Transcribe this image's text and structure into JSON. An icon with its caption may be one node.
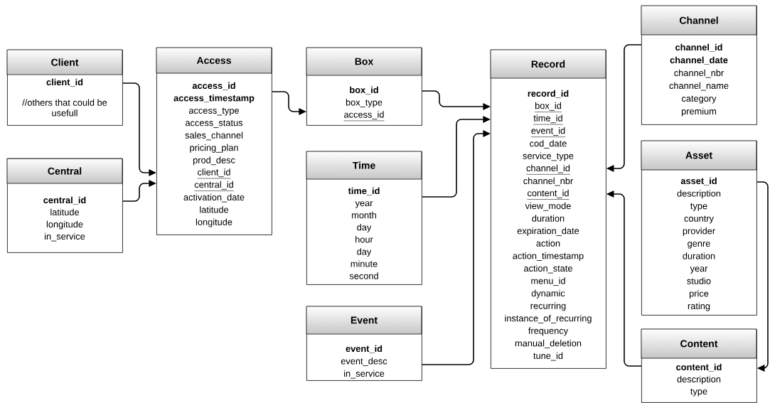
{
  "diagram": {
    "nodes": [
      {
        "text": [
          "Client",
          "client_id",
          "//others that could be usefull"
        ]
      },
      {
        "text": [
          "Central",
          "central_id",
          "latitude",
          "longitude",
          "in_service"
        ]
      },
      {
        "text": [
          "Access",
          "access_id",
          "access_timestamp",
          "access_type",
          "access_status",
          "sales_channel",
          "pricing_plan",
          "prod_desc",
          "client_id",
          "central_id",
          "activation_date",
          "latitude",
          "longitude"
        ]
      },
      {
        "text": [
          "Box",
          "box_id",
          "box_type",
          "access_id"
        ]
      },
      {
        "text": [
          "Time",
          "time_id",
          "year",
          "month",
          "day",
          "hour",
          "day",
          "minute",
          "second"
        ]
      },
      {
        "text": [
          "Event",
          "event_id",
          "event_desc",
          "in_service"
        ]
      },
      {
        "text": [
          "Record",
          "record_id",
          "box_id",
          "time_id",
          "event_id",
          "cod_date",
          "service_type",
          "channel_id",
          "channel_nbr",
          "content_id",
          "view_mode",
          "duration",
          "expiration_date",
          "action",
          "action_timestamp",
          "action_state",
          "menu_id",
          "dynamic",
          "recurring",
          "instance_of_recurring",
          "frequency",
          "manual_deletion",
          "tune_id"
        ]
      },
      {
        "text": [
          "Channel",
          "channel_id",
          "channel_date",
          "channel_nbr",
          "channel_name",
          "category",
          "premium"
        ]
      },
      {
        "text": [
          "Asset",
          "asset_id",
          "description",
          "type",
          "country",
          "provider",
          "genre",
          "duration",
          "year",
          "studio",
          "price",
          "rating"
        ]
      },
      {
        "text": [
          "Content",
          "content_id",
          "description",
          "type"
        ]
      }
    ],
    "edges": [
      {
        "from": 0,
        "to": 2,
        "arrow": "to"
      },
      {
        "from": 1,
        "to": 2,
        "arrow": "to"
      },
      {
        "from": 2,
        "to": 3,
        "arrow": "to"
      },
      {
        "from": 3,
        "to": 6,
        "arrow": "to"
      },
      {
        "from": 4,
        "to": 6,
        "arrow": "to"
      },
      {
        "from": 5,
        "to": 6,
        "arrow": "to"
      },
      {
        "from": 7,
        "to": 6,
        "arrow": "to"
      },
      {
        "from": 9,
        "to": 6,
        "arrow": "to"
      },
      {
        "from": 8,
        "to": 9,
        "arrow": "to"
      }
    ]
  }
}
